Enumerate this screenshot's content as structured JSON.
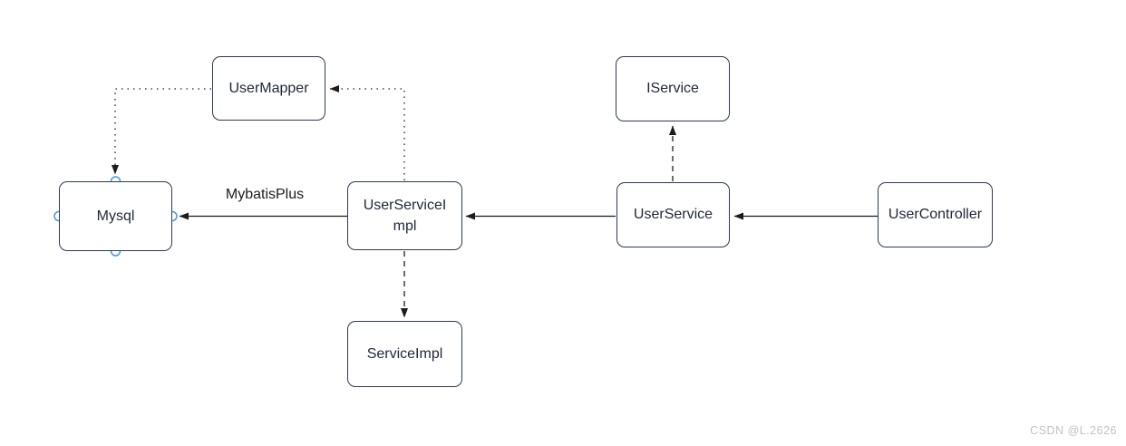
{
  "diagram": {
    "nodes": {
      "user_mapper": {
        "label": "UserMapper"
      },
      "iservice": {
        "label": "IService"
      },
      "mysql": {
        "label": "Mysql"
      },
      "user_service_impl": {
        "label": "UserServiceImpl"
      },
      "user_service": {
        "label": "UserService"
      },
      "user_controller": {
        "label": "UserController"
      },
      "service_impl": {
        "label": "ServiceImpl"
      }
    },
    "edge_labels": {
      "mybatis_plus": "MybatisPlus"
    },
    "edges": [
      {
        "from": "user_controller",
        "to": "user_service",
        "style": "solid",
        "label": ""
      },
      {
        "from": "user_service",
        "to": "user_service_impl",
        "style": "solid",
        "label": ""
      },
      {
        "from": "user_service_impl",
        "to": "mysql",
        "style": "solid",
        "label": "MybatisPlus"
      },
      {
        "from": "user_service",
        "to": "iservice",
        "style": "dashed",
        "label": ""
      },
      {
        "from": "user_service_impl",
        "to": "service_impl",
        "style": "dashed",
        "label": ""
      },
      {
        "from": "user_service_impl",
        "to": "user_mapper",
        "style": "dotted",
        "label": ""
      },
      {
        "from": "user_mapper",
        "to": "mysql",
        "style": "dotted",
        "label": ""
      }
    ],
    "selection": {
      "node": "mysql"
    },
    "colors": {
      "box_border": "#2e3a54",
      "box_text": "#1f2736",
      "line": "#1c1c1c",
      "handle_stroke": "#4a97e3",
      "handle_fill": "#ffffff",
      "watermark": "#c2c2c6",
      "background": "#ffffff"
    }
  },
  "watermark": "CSDN @L.2626"
}
